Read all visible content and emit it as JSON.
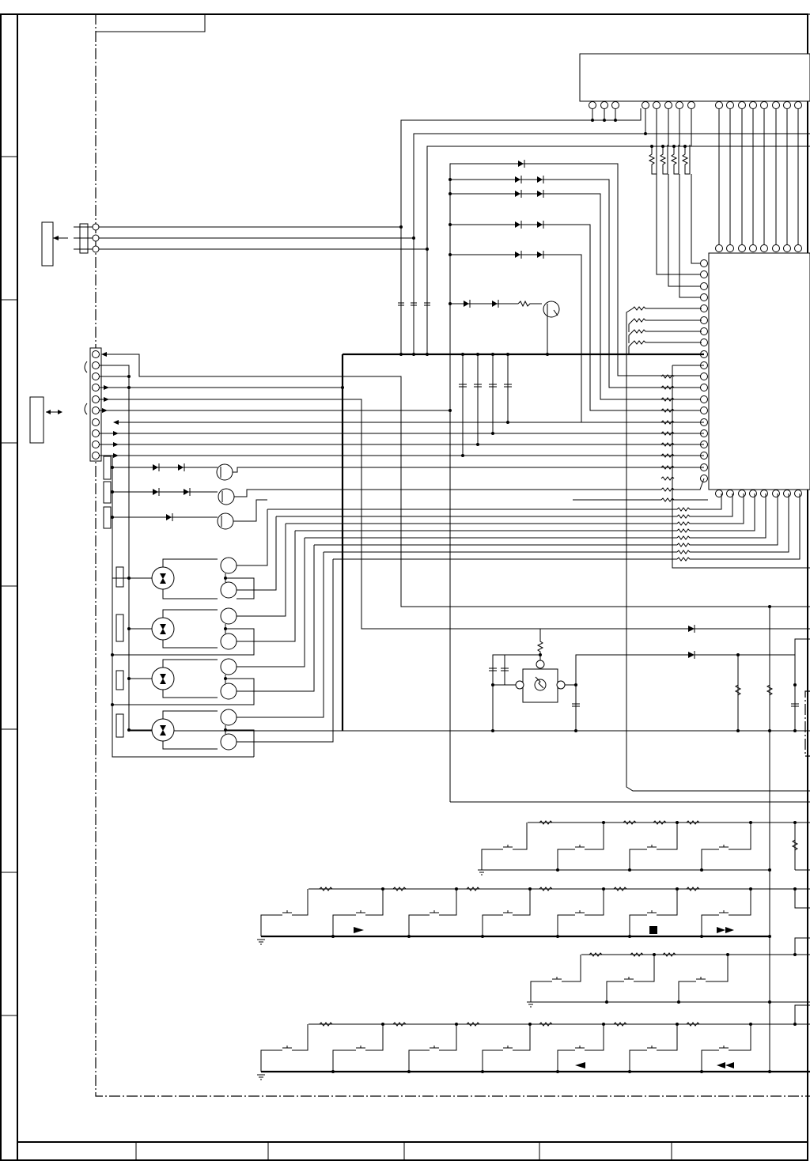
{
  "sheet": {
    "background": "#ffffff",
    "ink": "#000000",
    "left_zone_count": 8,
    "title_block_cells": 6,
    "text_labels": []
  },
  "symbols": {
    "play_key": "play-triangle-icon",
    "stop_key": "stop-square-icon",
    "fast_forward_key": "fast-forward-icon",
    "reverse_key": "reverse-triangle-icon",
    "rewind_key": "rewind-icon"
  },
  "key_matrix": {
    "rows": 4,
    "switches_per_row": [
      4,
      7,
      3,
      7
    ]
  }
}
